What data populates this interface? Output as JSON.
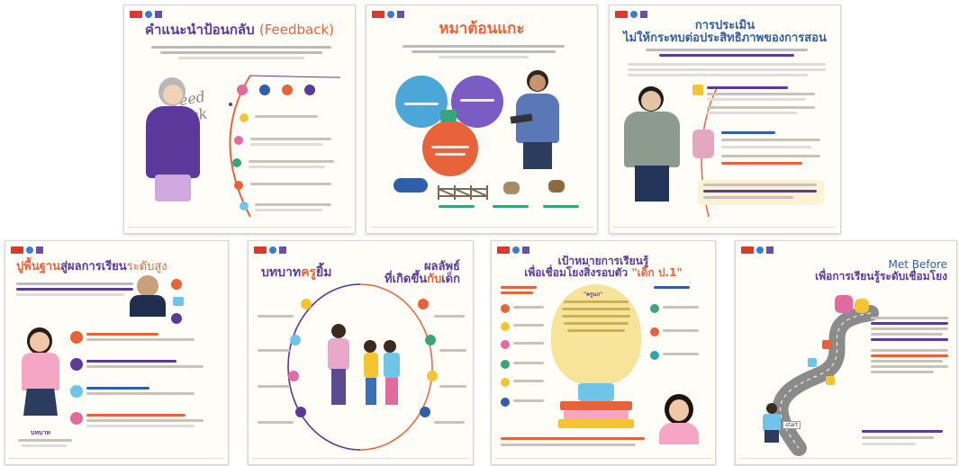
{
  "cards": [
    {
      "id": "feedback",
      "title_main": "คำแนะนำป้อนกลับ",
      "title_en": "(Feedback)",
      "decoration_text": "Feed back"
    },
    {
      "id": "puzzle",
      "title_main": "หมาต้อนแกะ"
    },
    {
      "id": "assessment",
      "title_line1": "การประเมิน",
      "title_line2": "ไม่ให้กระทบต่อประสิทธิภาพของการสอน"
    },
    {
      "id": "foundation",
      "title_part1": "ปูพื้นฐาน",
      "title_part2": "สู่ผลการเรียน",
      "title_part3": "ระดับสูง",
      "caption_bottom": "บทบาท"
    },
    {
      "id": "teacher-role",
      "title_left_part1": "บทบาท",
      "title_left_part2": "ครู",
      "title_left_part3": "ยิ้ม",
      "title_right_line1": "ผลลัพธ์",
      "title_right_part1": "ที่เกิดขึ้น",
      "title_right_part2": "กับ",
      "title_right_part3": "เด็ก"
    },
    {
      "id": "goal",
      "title_line1": "เป้าหมายการเรียนรู้",
      "title_line2": "เพื่อเชื่อมโยงสิ่งรอบตัว",
      "title_quote": "\"เด็ก ป.1\"",
      "bulb_label": "\"ครูนก\""
    },
    {
      "id": "met-before",
      "title_en": "Met Before",
      "title_th": "เพื่อการเรียนรู้ระดับเชื่อมโยง",
      "start_label": "start"
    }
  ],
  "colors": {
    "orange": "#e8633a",
    "purple": "#5b3a9c",
    "blue": "#2e5fa8",
    "pink": "#e36aa0",
    "green": "#3aa57a",
    "yellow": "#f5c531",
    "teal": "#2aa7a7",
    "lightblue": "#6fc4e8"
  }
}
